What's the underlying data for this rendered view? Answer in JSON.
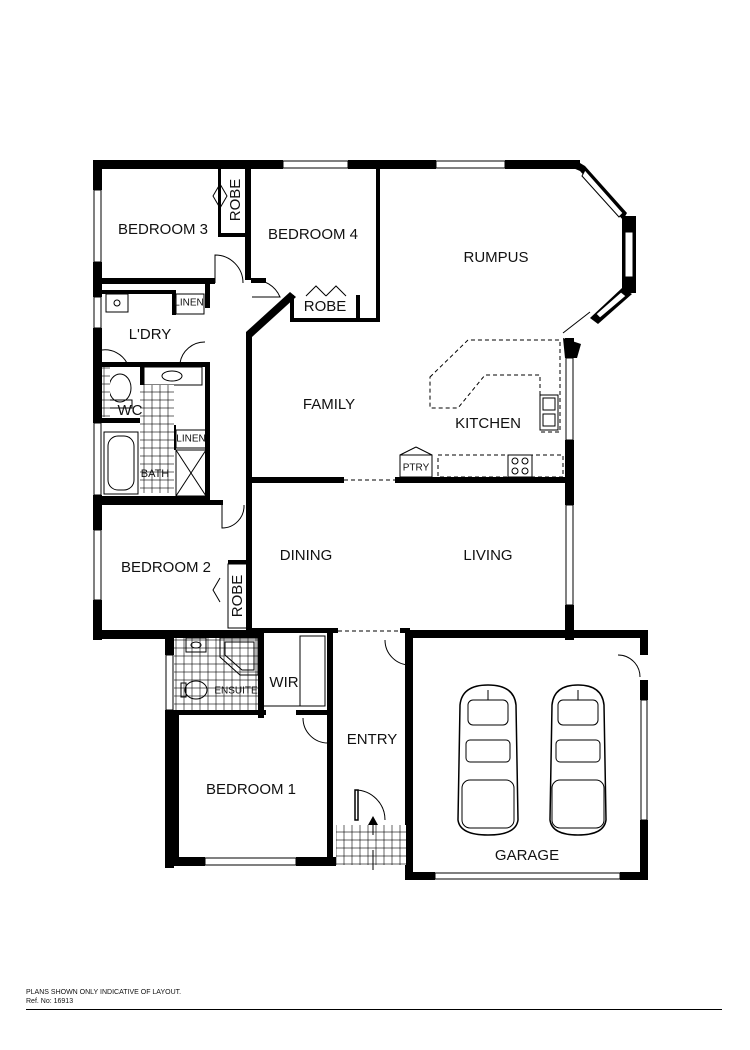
{
  "rooms": {
    "bedroom3": "BEDROOM 3",
    "bedroom4": "BEDROOM 4",
    "rumpus": "RUMPUS",
    "robe_b3": "ROBE",
    "robe_b4": "ROBE",
    "robe_b2": "ROBE",
    "linen_top": "LINEN",
    "laundry": "L'DRY",
    "wc": "WC",
    "linen_bath": "LINEN",
    "bath": "BATH",
    "family": "FAMILY",
    "kitchen": "KITCHEN",
    "pantry": "PTRY",
    "dining": "DINING",
    "living": "LIVING",
    "bedroom2": "BEDROOM 2",
    "ensuite": "ENSUITE",
    "wir": "WIR",
    "entry": "ENTRY",
    "bedroom1": "BEDROOM 1",
    "garage": "GARAGE"
  },
  "footer": {
    "disclaimer": "PLANS SHOWN ONLY INDICATIVE OF LAYOUT.",
    "reference": "Ref. No: 16913"
  }
}
